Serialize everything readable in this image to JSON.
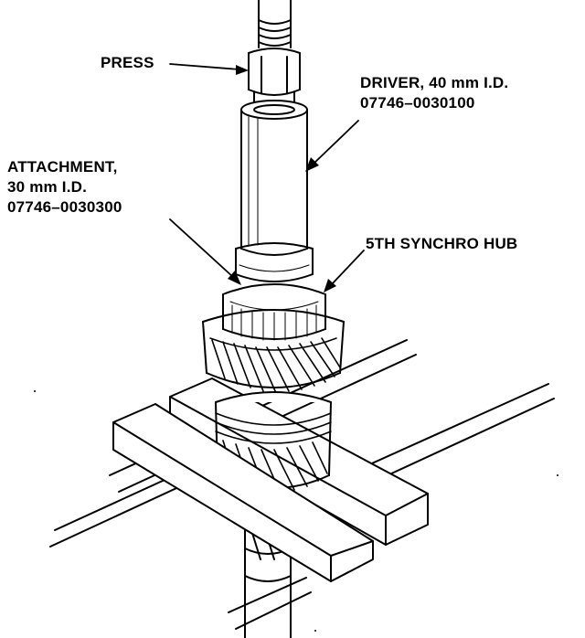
{
  "labels": {
    "press": "PRESS",
    "driver": {
      "line1": "DRIVER, 40 mm I.D.",
      "line2": "07746–0030100"
    },
    "attachment": {
      "line1": "ATTACHMENT,",
      "line2": "30 mm I.D.",
      "line3": "07746–0030300"
    },
    "synchro_hub": "5TH SYNCHRO HUB"
  },
  "colors": {
    "ink": "#000000",
    "paper": "#ffffff"
  }
}
